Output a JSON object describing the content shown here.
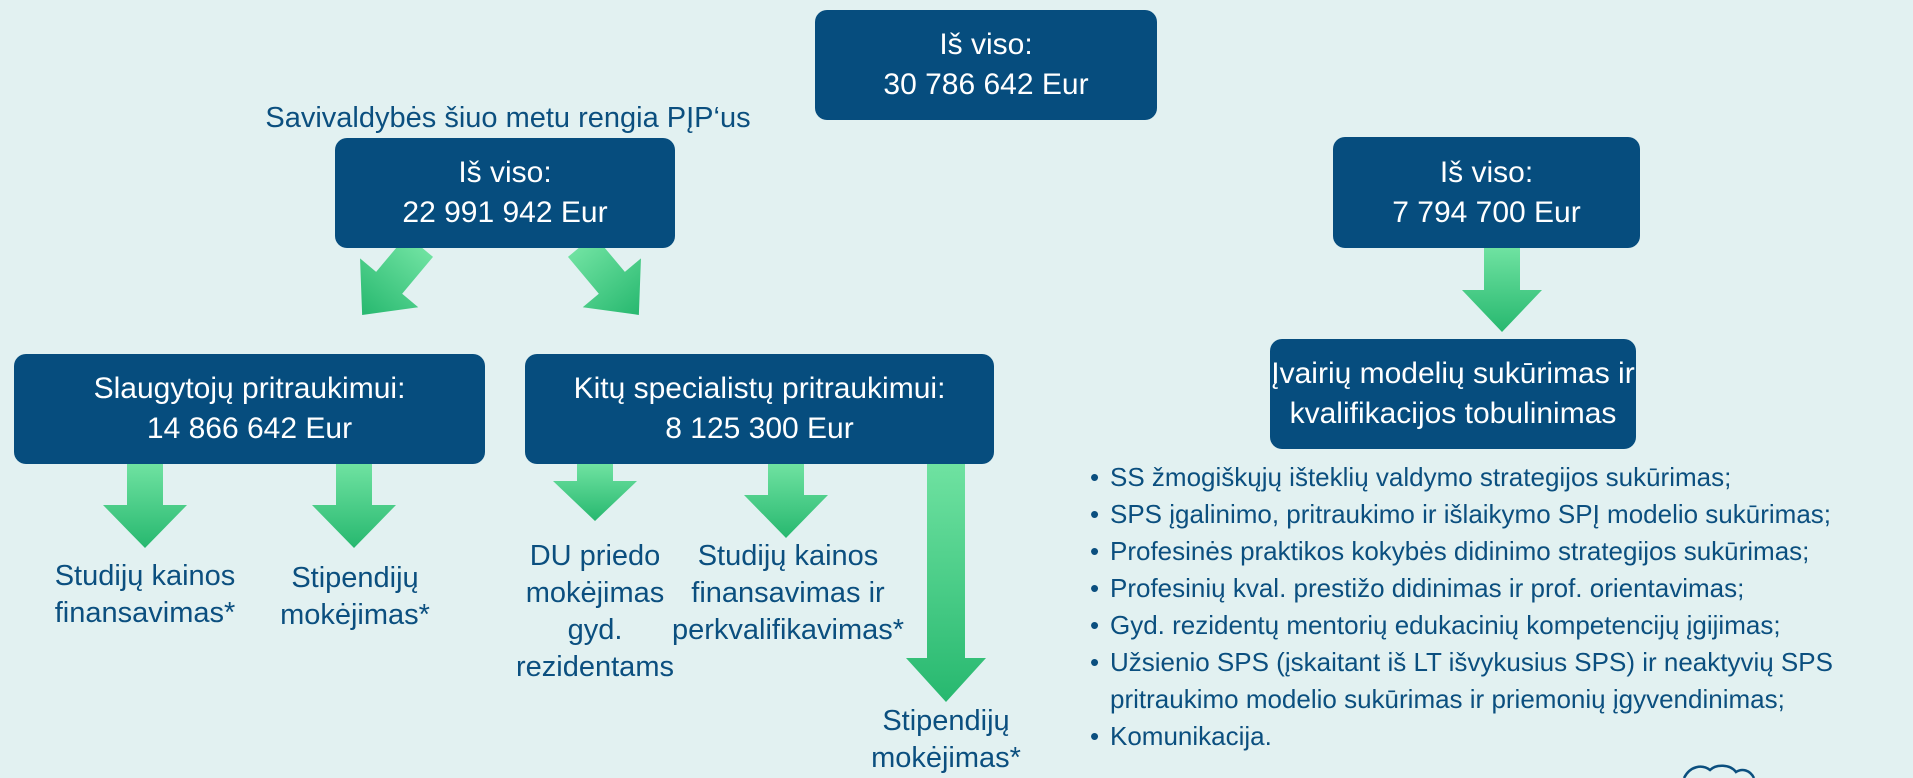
{
  "colors": {
    "background": "#e2f1f1",
    "box": "#064d7e",
    "box_text": "#ffffff",
    "text": "#0b4f7f",
    "arrow": "#2bbf78"
  },
  "top_total": {
    "line1": "Iš viso:",
    "line2": "30 786 642 Eur"
  },
  "municipalities_note": "Savivaldybės šiuo metu rengia PĮP‘us",
  "left_total": {
    "line1": "Iš viso:",
    "line2": "22 991 942 Eur"
  },
  "right_total": {
    "line1": "Iš viso:",
    "line2": "7 794 700 Eur"
  },
  "nurses_box": {
    "line1": "Slaugytojų pritraukimui:",
    "line2": "14 866 642 Eur"
  },
  "specialists_box": {
    "line1": "Kitų specialistų pritraukimui:",
    "line2": "8 125 300 Eur"
  },
  "models_box": {
    "line1": "Įvairių modelių sukūrimas ir",
    "line2": "kvalifikacijos tobulinimas"
  },
  "leaves": {
    "nurses_study": [
      "Studijų kainos",
      "finansavimas*"
    ],
    "nurses_scholarship": [
      "Stipendijų",
      "mokėjimas*"
    ],
    "du_bonus": [
      "DU priedo",
      "mokėjimas",
      "gyd.",
      "rezidentams"
    ],
    "spec_study": [
      "Studijų kainos",
      "finansavimas ir",
      "perkvalifikavimas*"
    ],
    "spec_scholarship": [
      "Stipendijų",
      "mokėjimas*"
    ]
  },
  "bullets": [
    "SS žmogiškųjų išteklių valdymo strategijos sukūrimas;",
    "SPS įgalinimo, pritraukimo ir išlaikymo SPĮ modelio sukūrimas;",
    "Profesinės praktikos kokybės didinimo strategijos sukūrimas;",
    "Profesinių kval. prestižo didinimas ir prof. orientavimas;",
    "Gyd. rezidentų mentorių edukacinių kompetencijų įgijimas;",
    "Užsienio SPS (įskaitant iš LT išvykusius SPS) ir neaktyvių SPS",
    "pritraukimo modelio sukūrimas ir priemonių įgyvendinimas;",
    "Komunikacija."
  ]
}
